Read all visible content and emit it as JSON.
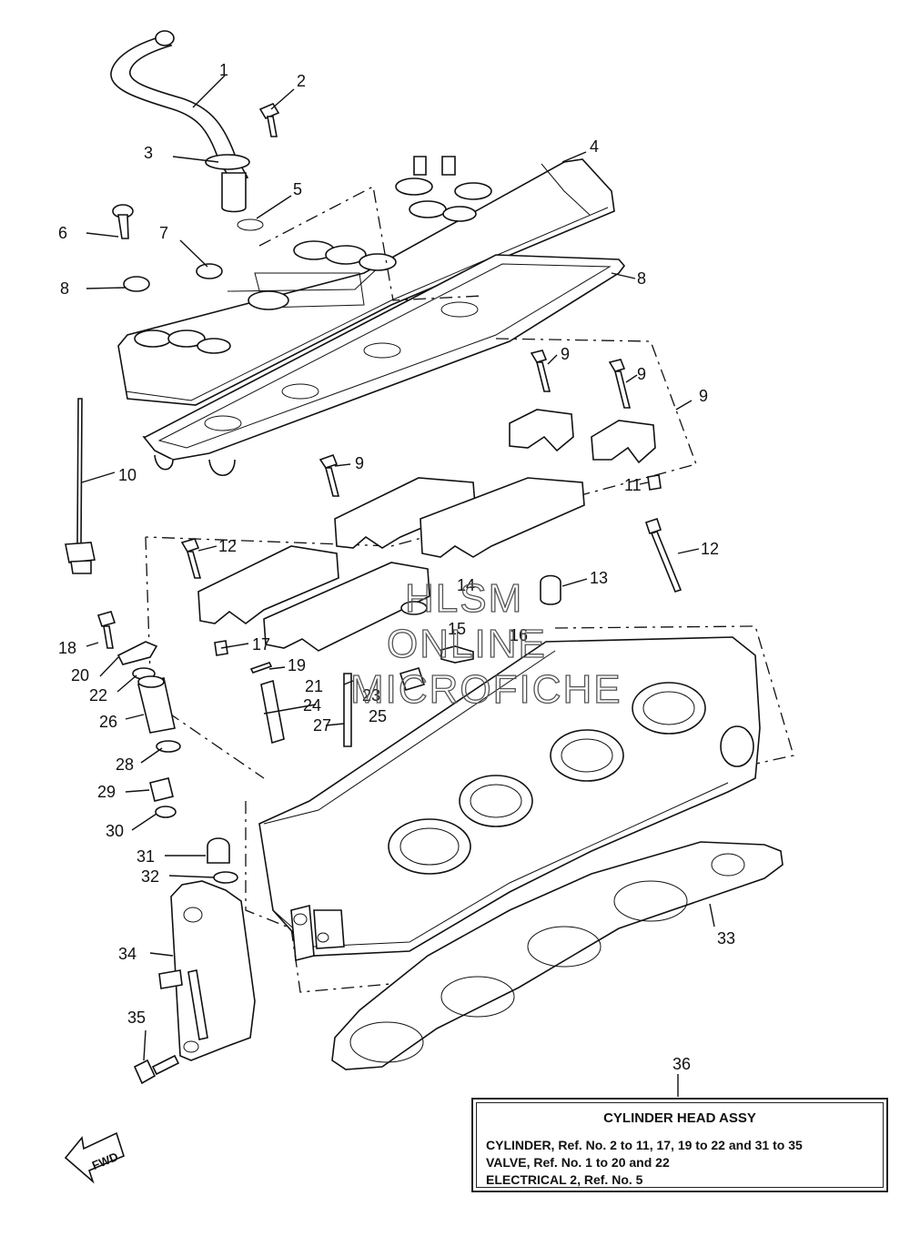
{
  "callouts": [
    "1",
    "2",
    "3",
    "4",
    "5",
    "6",
    "7",
    "8",
    "8",
    "9",
    "9",
    "9",
    "9",
    "10",
    "11",
    "12",
    "12",
    "13",
    "14",
    "15",
    "16",
    "17",
    "18",
    "19",
    "20",
    "21",
    "22",
    "23",
    "24",
    "25",
    "26",
    "27",
    "28",
    "29",
    "30",
    "31",
    "32",
    "33",
    "34",
    "35",
    "36"
  ],
  "info_box": {
    "title": "CYLINDER HEAD ASSY",
    "lines": [
      "CYLINDER,  Ref. No. 2 to 11, 17, 19 to 22 and 31 to 35",
      "VALVE, Ref. No. 1 to 20 and 22",
      "ELECTRICAL 2, Ref. No. 5"
    ]
  },
  "fwd_label": "FWD",
  "watermark": [
    "HLSM",
    "ONLINE",
    "MICROFICHE"
  ]
}
